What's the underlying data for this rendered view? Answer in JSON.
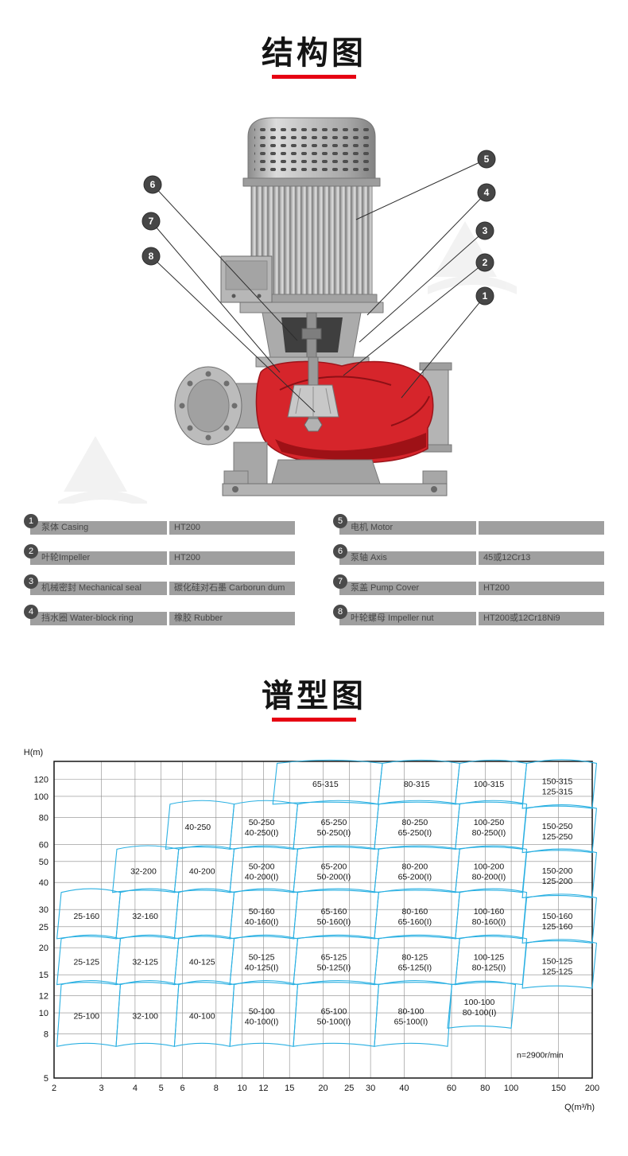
{
  "titles": {
    "structure": "结构图",
    "spectrum": "谱型图"
  },
  "colors": {
    "accent_red": "#e60012",
    "table_cell_bg": "#9f9f9f",
    "badge_bg": "#4a4a4a",
    "volute_red": "#d6252b"
  },
  "callouts": {
    "left": [
      "6",
      "7",
      "8"
    ],
    "right": [
      "5",
      "4",
      "3",
      "2",
      "1"
    ]
  },
  "parts": {
    "left": [
      {
        "num": "1",
        "label": "泵体 Casing",
        "value": "HT200"
      },
      {
        "num": "2",
        "label": "叶轮Impeller",
        "value": "HT200"
      },
      {
        "num": "3",
        "label": "机械密封 Mechanical seal",
        "value": "碳化硅对石墨 Carborun dum"
      },
      {
        "num": "4",
        "label": "挡水圈 Water-block ring",
        "value": "橡胶 Rubber"
      }
    ],
    "right": [
      {
        "num": "5",
        "label": "电机 Motor",
        "value": ""
      },
      {
        "num": "6",
        "label": "泵轴 Axis",
        "value": "45或12Cr13"
      },
      {
        "num": "7",
        "label": "泵盖 Pump Cover",
        "value": "HT200"
      },
      {
        "num": "8",
        "label": "叶轮螺母 Impeller nut",
        "value": "HT200或12Cr18Ni9"
      }
    ]
  },
  "chart_data": {
    "type": "selection-chart",
    "title": "谱型图",
    "xlabel": "Q(m³/h)",
    "ylabel": "H(m)",
    "x_scale": "log",
    "y_scale": "log",
    "x_range": [
      2,
      200
    ],
    "y_range": [
      5,
      145
    ],
    "x_ticks": [
      2,
      3,
      4,
      5,
      6,
      8,
      10,
      12,
      15,
      20,
      25,
      30,
      40,
      60,
      80,
      100,
      150,
      200
    ],
    "y_ticks": [
      120,
      100,
      80,
      60,
      50,
      40,
      30,
      25,
      20,
      15,
      12,
      10,
      8,
      5
    ],
    "grid": true,
    "note": "n=2900r/min",
    "line_color": "#2ab0e2",
    "cells": [
      {
        "labels": [
          "65-315"
        ],
        "q": [
          13,
          32
        ],
        "h": [
          92,
          142
        ]
      },
      {
        "labels": [
          "80-315"
        ],
        "q": [
          32,
          62
        ],
        "h": [
          92,
          142
        ]
      },
      {
        "labels": [
          "100-315"
        ],
        "q": [
          62,
          110
        ],
        "h": [
          92,
          142
        ]
      },
      {
        "labels": [
          "150-315",
          "125-315"
        ],
        "q": [
          110,
          200
        ],
        "h": [
          88,
          142
        ]
      },
      {
        "labels": [
          "40-250"
        ],
        "q": [
          5.2,
          9
        ],
        "h": [
          57,
          92
        ]
      },
      {
        "labels": [
          "50-250",
          "40-250(I)"
        ],
        "q": [
          9,
          15.5
        ],
        "h": [
          57,
          92
        ]
      },
      {
        "labels": [
          "65-250",
          "50-250(I)"
        ],
        "q": [
          15.5,
          31
        ],
        "h": [
          57,
          92
        ]
      },
      {
        "labels": [
          "80-250",
          "65-250(I)"
        ],
        "q": [
          31,
          62
        ],
        "h": [
          57,
          92
        ]
      },
      {
        "labels": [
          "100-250",
          "80-250(I)"
        ],
        "q": [
          62,
          110
        ],
        "h": [
          57,
          92
        ]
      },
      {
        "labels": [
          "150-250",
          "125-250"
        ],
        "q": [
          110,
          200
        ],
        "h": [
          55,
          88
        ]
      },
      {
        "labels": [
          "32-200"
        ],
        "q": [
          3.3,
          5.6
        ],
        "h": [
          36,
          57
        ]
      },
      {
        "labels": [
          "40-200"
        ],
        "q": [
          5.6,
          9
        ],
        "h": [
          36,
          57
        ]
      },
      {
        "labels": [
          "50-200",
          "40-200(I)"
        ],
        "q": [
          9,
          15.5
        ],
        "h": [
          36,
          57
        ]
      },
      {
        "labels": [
          "65-200",
          "50-200(I)"
        ],
        "q": [
          15.5,
          31
        ],
        "h": [
          36,
          57
        ]
      },
      {
        "labels": [
          "80-200",
          "65-200(I)"
        ],
        "q": [
          31,
          62
        ],
        "h": [
          36,
          57
        ]
      },
      {
        "labels": [
          "100-200",
          "80-200(I)"
        ],
        "q": [
          62,
          110
        ],
        "h": [
          36,
          57
        ]
      },
      {
        "labels": [
          "150-200",
          "125-200"
        ],
        "q": [
          110,
          200
        ],
        "h": [
          34,
          55
        ]
      },
      {
        "labels": [
          "25-160"
        ],
        "q": [
          2.05,
          3.4
        ],
        "h": [
          22,
          36
        ]
      },
      {
        "labels": [
          "32-160"
        ],
        "q": [
          3.4,
          5.6
        ],
        "h": [
          22,
          36
        ]
      },
      {
        "labels": [],
        "q": [
          5.6,
          9
        ],
        "h": [
          22,
          36
        ]
      },
      {
        "labels": [
          "50-160",
          "40-160(I)"
        ],
        "q": [
          9,
          15.5
        ],
        "h": [
          22,
          36
        ]
      },
      {
        "labels": [
          "65-160",
          "50-160(I)"
        ],
        "q": [
          15.5,
          31
        ],
        "h": [
          22,
          36
        ]
      },
      {
        "labels": [
          "80-160",
          "65-160(I)"
        ],
        "q": [
          31,
          62
        ],
        "h": [
          22,
          36
        ]
      },
      {
        "labels": [
          "100-160",
          "80-160(I)"
        ],
        "q": [
          62,
          110
        ],
        "h": [
          22,
          36
        ]
      },
      {
        "labels": [
          "150-160",
          "125-160"
        ],
        "q": [
          110,
          200
        ],
        "h": [
          21,
          34
        ]
      },
      {
        "labels": [
          "25-125"
        ],
        "q": [
          2.05,
          3.4
        ],
        "h": [
          13.5,
          22
        ]
      },
      {
        "labels": [
          "32-125"
        ],
        "q": [
          3.4,
          5.6
        ],
        "h": [
          13.5,
          22
        ]
      },
      {
        "labels": [
          "40-125"
        ],
        "q": [
          5.6,
          9
        ],
        "h": [
          13.5,
          22
        ]
      },
      {
        "labels": [
          "50-125",
          "40-125(I)"
        ],
        "q": [
          9,
          15.5
        ],
        "h": [
          13.5,
          22
        ]
      },
      {
        "labels": [
          "65-125",
          "50-125(I)"
        ],
        "q": [
          15.5,
          31
        ],
        "h": [
          13.5,
          22
        ]
      },
      {
        "labels": [
          "80-125",
          "65-125(I)"
        ],
        "q": [
          31,
          62
        ],
        "h": [
          13.5,
          22
        ]
      },
      {
        "labels": [
          "100-125",
          "80-125(I)"
        ],
        "q": [
          62,
          110
        ],
        "h": [
          13.5,
          22
        ]
      },
      {
        "labels": [
          "150-125",
          "125-125"
        ],
        "q": [
          110,
          200
        ],
        "h": [
          13,
          21
        ]
      },
      {
        "labels": [
          "25-100"
        ],
        "q": [
          2.05,
          3.4
        ],
        "h": [
          7,
          13.5
        ]
      },
      {
        "labels": [
          "32-100"
        ],
        "q": [
          3.4,
          5.6
        ],
        "h": [
          7,
          13.5
        ]
      },
      {
        "labels": [
          "40-100"
        ],
        "q": [
          5.6,
          9
        ],
        "h": [
          7,
          13.5
        ]
      },
      {
        "labels": [
          "50-100",
          "40-100(I)"
        ],
        "q": [
          9,
          15.5
        ],
        "h": [
          7,
          13.5
        ]
      },
      {
        "labels": [
          "65-100",
          "50-100(I)"
        ],
        "q": [
          15.5,
          31
        ],
        "h": [
          7,
          13.5
        ]
      },
      {
        "labels": [
          "80-100",
          "65-100(I)"
        ],
        "q": [
          31,
          58
        ],
        "h": [
          7,
          13.5
        ]
      },
      {
        "labels": [
          "100-100",
          "80-100(I)"
        ],
        "q": [
          58,
          100
        ],
        "h": [
          8.5,
          13.5
        ]
      }
    ]
  }
}
